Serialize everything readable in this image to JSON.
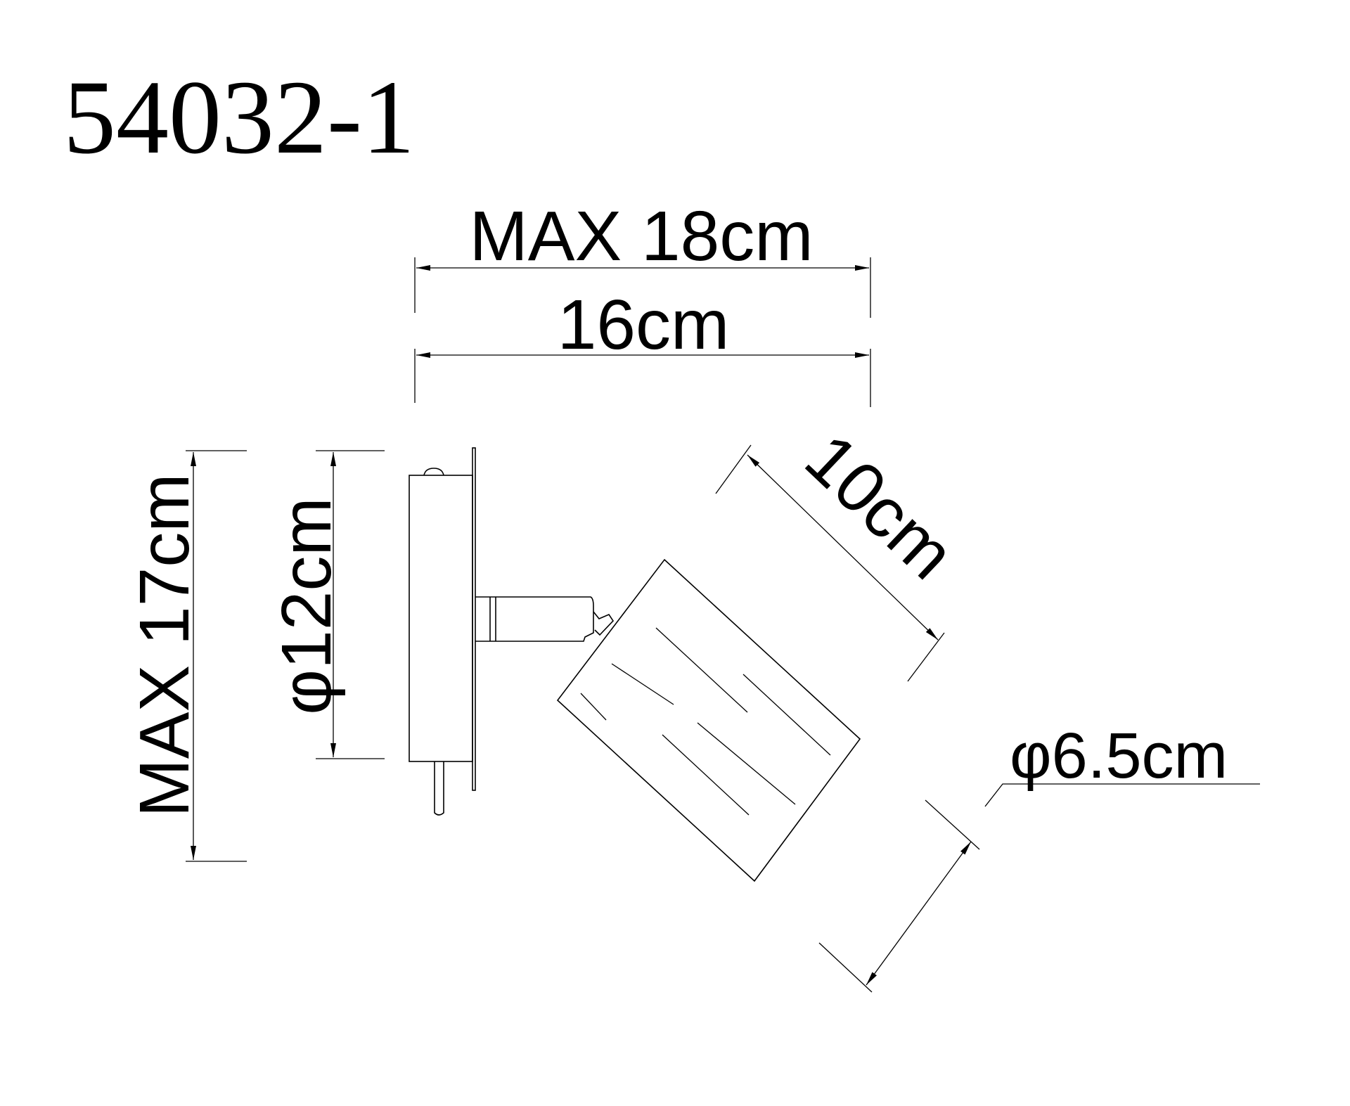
{
  "title": "54032-1",
  "dimensions": {
    "max_width": "MAX 18cm",
    "width": "16cm",
    "max_height": "MAX 17cm",
    "plate_diameter": "φ12cm",
    "shade_length": "10cm",
    "shade_diameter": "φ6.5cm"
  },
  "colors": {
    "line": "#000000",
    "background": "#ffffff"
  }
}
